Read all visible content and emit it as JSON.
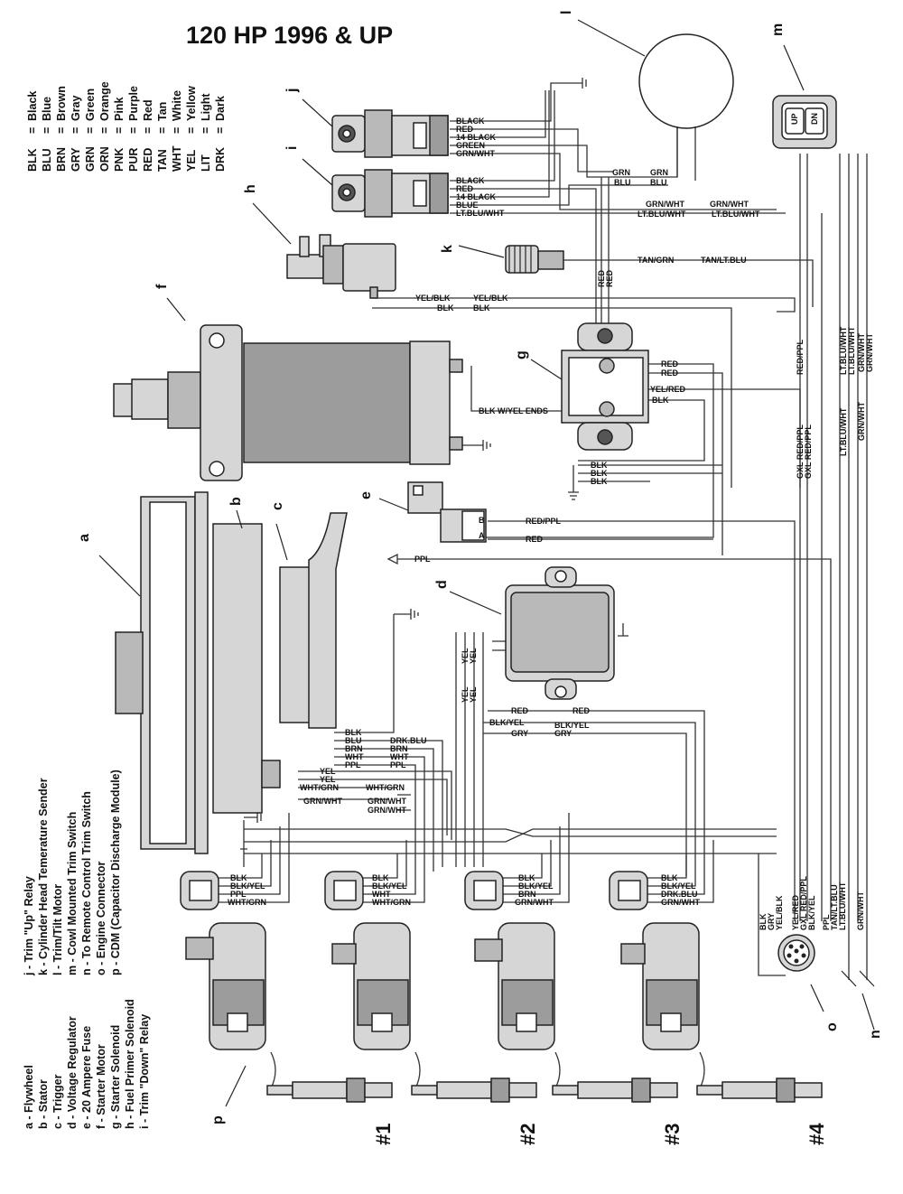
{
  "title": "120 HP 1996 & UP",
  "color_key": [
    {
      "abbr": "BLK",
      "eq": "=",
      "name": "Black"
    },
    {
      "abbr": "BLU",
      "eq": "=",
      "name": "Blue"
    },
    {
      "abbr": "BRN",
      "eq": "=",
      "name": "Brown"
    },
    {
      "abbr": "GRY",
      "eq": "=",
      "name": "Gray"
    },
    {
      "abbr": "GRN",
      "eq": "=",
      "name": "Green"
    },
    {
      "abbr": "ORN",
      "eq": "=",
      "name": "Orange"
    },
    {
      "abbr": "PNK",
      "eq": "=",
      "name": "Pink"
    },
    {
      "abbr": "PUR",
      "eq": "=",
      "name": "Purple"
    },
    {
      "abbr": "RED",
      "eq": "=",
      "name": "Red"
    },
    {
      "abbr": "TAN",
      "eq": "=",
      "name": "Tan"
    },
    {
      "abbr": "WHT",
      "eq": "=",
      "name": "White"
    },
    {
      "abbr": "YEL",
      "eq": "=",
      "name": "Yellow"
    },
    {
      "abbr": "LIT",
      "eq": "=",
      "name": "Light"
    },
    {
      "abbr": "DRK",
      "eq": "=",
      "name": "Dark"
    }
  ],
  "legend": [
    "a - Flywheel",
    "b - Stator",
    "c - Trigger",
    "d - Voltage Regulator",
    "e - 20 Ampere Fuse",
    "f - Starter Motor",
    "g - Starter Solenoid",
    "h - Fuel Primer Solenoid",
    "i - Trim \"Down\" Relay",
    "j - Trim \"Up\" Relay",
    "k - Cylinder Head Temerature Sender",
    "l - Trim/Tilt Motor",
    "m - Cowl Mounted Trim Switch",
    "n - To Remote Control Trim Switch",
    "o - Engine Connector",
    "p - CDM (Capacitor Discharge Module)"
  ],
  "part_letters": {
    "a": "a",
    "b": "b",
    "c": "c",
    "d": "d",
    "e": "e",
    "f": "f",
    "g": "g",
    "h": "h",
    "i": "i",
    "j": "j",
    "k": "k",
    "l": "l",
    "m": "m",
    "n": "n",
    "o": "o",
    "p": "p"
  },
  "cylinders": [
    "#1",
    "#2",
    "#3",
    "#4"
  ],
  "trim_switch": {
    "up": "UP",
    "down": "DN"
  },
  "fuse_terminals": {
    "a": "A",
    "b": "B"
  },
  "wire_labels": {
    "j1": "BLACK",
    "j2": "RED",
    "j3": "14 BLACK",
    "j4": "GREEN",
    "j5": "GRN/WHT",
    "i1": "BLACK",
    "i2": "RED",
    "i3": "14 BLACK",
    "i4": "BLUE",
    "i5": "LT.BLU/WHT",
    "grn_a": "GRN",
    "grn_b": "GRN",
    "blu_a": "BLU",
    "blu_b": "BLU",
    "grnwht_a": "GRN/WHT",
    "grnwht_b": "GRN/WHT",
    "ltbluwht_a": "LT.BLU/WHT",
    "ltbluwht_b": "LT.BLU/WHT",
    "tangrn": "TAN/GRN",
    "tanltblu": "TAN/LT.BLU",
    "yelblk_a": "YEL/BLK",
    "yelblk_b": "YEL/BLK",
    "blk_h1": "BLK",
    "blk_h2": "BLK",
    "red_v1": "RED",
    "red_v2": "RED",
    "g_red1": "RED",
    "g_red2": "RED",
    "g_yelred": "YEL/RED",
    "g_blk": "BLK",
    "blk_yel_ends": "BLK W/YEL ENDS",
    "gnd_blk1": "BLK",
    "gnd_blk2": "BLK",
    "gnd_blk3": "BLK",
    "redppl_e": "RED/PPL",
    "red_e": "RED",
    "ppl_e": "PPL",
    "redppl_v": "RED/PPL",
    "gxl_redppl_a": "GXL RED/PPL",
    "gxl_redppl_b": "GXL RED/PPL",
    "ltbluwht_v1": "LT.BLU/WHT",
    "ltbluwht_v2": "LT.BLU/WHT",
    "grnwht_v1": "GRN/WHT",
    "grnwht_v2": "GRN/WHT",
    "ltbluwht_v3": "LT.BLU/WHT",
    "grnwht_v3": "GRN/WHT",
    "d_yel1": "YEL",
    "d_yel2": "YEL",
    "d_yel3": "YEL",
    "d_yel4": "YEL",
    "d_red_a": "RED",
    "d_red_b": "RED",
    "d_blkyel_a": "BLK/YEL",
    "d_blkyel_b": "BLK/YEL",
    "d_gry_a": "GRY",
    "d_gry_b": "GRY",
    "s_blk": "BLK",
    "s_blu": "BLU",
    "s_drkblu": "DRK.BLU",
    "s_brn_a": "BRN",
    "s_brn_b": "BRN",
    "s_wht_a": "WHT",
    "s_wht_b": "WHT",
    "s_ppl_a": "PPL",
    "s_ppl_b": "PPL",
    "s_yel_a": "YEL",
    "s_yel_b": "YEL",
    "s_whtgrn_a": "WHT/GRN",
    "s_whtgrn_b": "WHT/GRN",
    "s_grnwht_a": "GRN/WHT",
    "s_grnwht_b": "GRN/WHT",
    "s_grnwht_c": "GRN/WHT",
    "c1_blk": "BLK",
    "c1_blkyel": "BLK/YEL",
    "c1_ppl": "PPL",
    "c1_whtgrn": "WHT/GRN",
    "c2_blk": "BLK",
    "c2_blkyel": "BLK/YEL",
    "c2_wht": "WHT",
    "c2_whtgrn": "WHT/GRN",
    "c3_blk": "BLK",
    "c3_blkyel": "BLK/YEL",
    "c3_brn": "BRN",
    "c3_grnwht": "GRN/WHT",
    "c4_blk": "BLK",
    "c4_blkyel": "BLK/YEL",
    "c4_drkblu": "DRK.BLU",
    "c4_grnwht": "GRN/WHT",
    "o_blk": "BLK",
    "o_gry": "GRY",
    "o_yelblk": "YEL/BLK",
    "o_yelred": "YEL/RED",
    "o_gxlredppl": "GXL RED/PPL",
    "o_blkyel": "BLK/YEL",
    "o_ppl": "PPL",
    "o_tanltblu": "TAN/LT.BLU",
    "o_ltbluwht": "LT.BLU/WHT",
    "o_grnwht": "GRN/WHT",
    "red_gx": "RED"
  },
  "colors": {
    "part": "#b9b9b9",
    "part_dark": "#9c9c9c",
    "part_light": "#d6d6d6",
    "wire": "#333333"
  }
}
